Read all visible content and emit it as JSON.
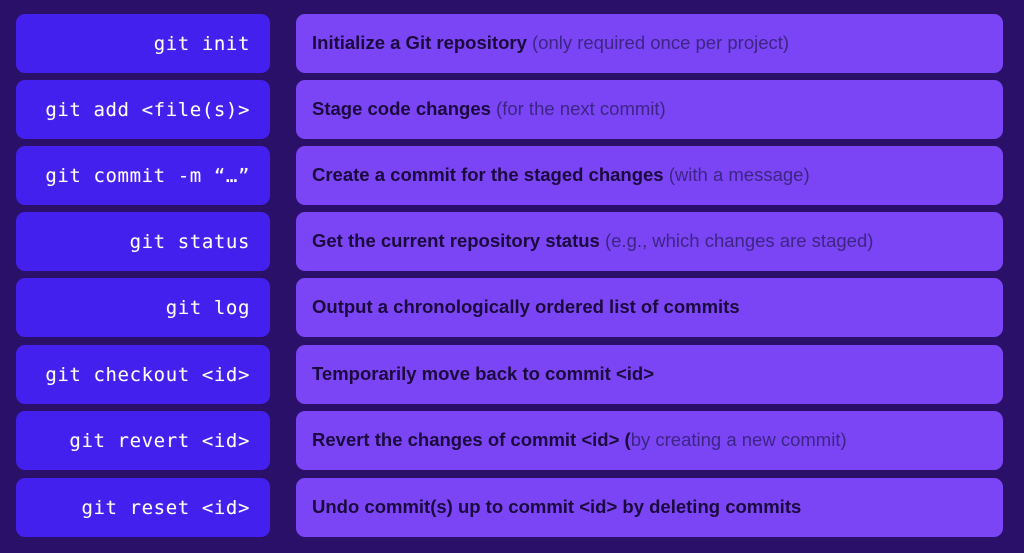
{
  "theme": {
    "background": "#2a1068",
    "command_pill": "#4420ee",
    "command_text": "#ffffff",
    "description_pill": "#7b45f5",
    "description_strong_text": "#1b0a3e",
    "description_note_text": "#3c2585"
  },
  "rows": [
    {
      "command": "git init",
      "description_strong": "Initialize a Git repository",
      "description_note": " (only required once per project)"
    },
    {
      "command": "git add <file(s)>",
      "description_strong": "Stage code changes",
      "description_note": " (for the next commit)"
    },
    {
      "command": "git commit -m “…”",
      "description_strong": "Create a commit for the staged changes",
      "description_note": " (with a message)"
    },
    {
      "command": "git status",
      "description_strong": "Get the current repository status",
      "description_note": " (e.g., which changes are staged)"
    },
    {
      "command": "git log",
      "description_strong": "Output a chronologically ordered list of commits",
      "description_note": ""
    },
    {
      "command": "git checkout <id>",
      "description_strong": "Temporarily move back to commit <id>",
      "description_note": ""
    },
    {
      "command": "git revert <id>",
      "description_strong": "Revert the changes of commit <id> (",
      "description_note": "by creating a new commit)"
    },
    {
      "command": "git reset <id>",
      "description_strong": "Undo commit(s) up to commit <id> by deleting commits",
      "description_note": ""
    }
  ]
}
